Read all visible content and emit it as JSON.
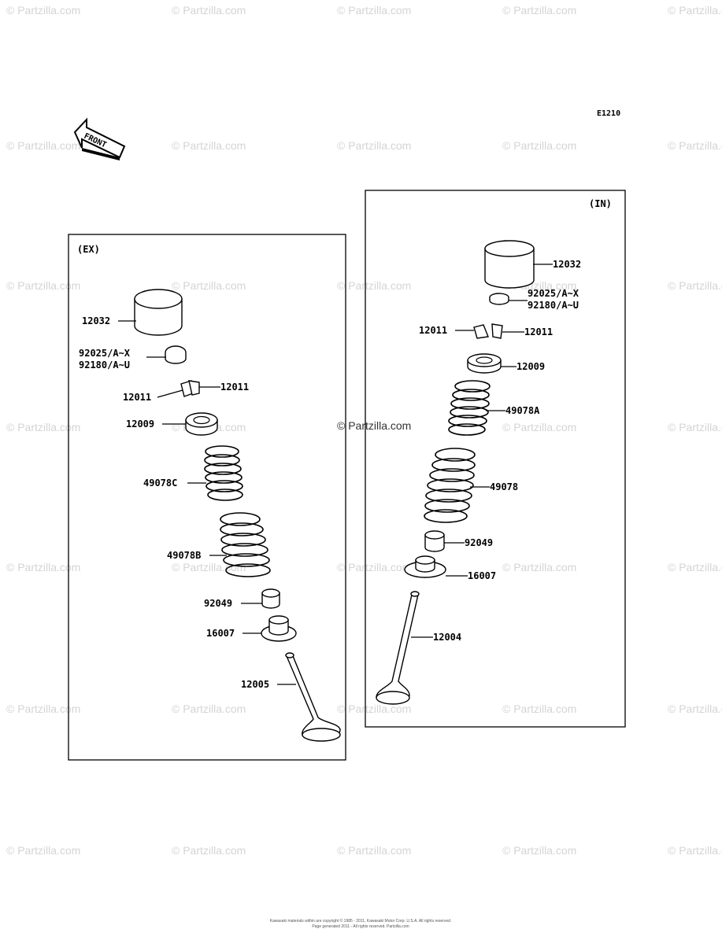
{
  "diagram_code": "E1210",
  "front_label": "FRONT",
  "watermark": "© Partzilla.com",
  "copyright": {
    "line1": "Kawasaki materials within are copyright © 1985 - 2011, Kawasaki Motor Corp. U.S.A. All rights reserved.",
    "line2": "Page generated 2011 - All rights reserved. Partzilla.com"
  },
  "exhaust": {
    "label": "(EX)",
    "parts": {
      "tappet": "12032",
      "shim_1": "92025/A~X",
      "shim_2": "92180/A~U",
      "keeper_left": "12011",
      "keeper_right": "12011",
      "retainer": "12009",
      "spring_inner": "49078C",
      "spring_outer": "49078B",
      "stem_seal": "92049",
      "spring_seat": "16007",
      "valve": "12005"
    }
  },
  "intake": {
    "label": "(IN)",
    "parts": {
      "tappet": "12032",
      "shim_1": "92025/A~X",
      "shim_2": "92180/A~U",
      "keeper_left": "12011",
      "keeper_right": "12011",
      "retainer": "12009",
      "spring_inner": "49078A",
      "spring_outer": "49078",
      "stem_seal": "92049",
      "spring_seat": "16007",
      "valve": "12004"
    }
  }
}
